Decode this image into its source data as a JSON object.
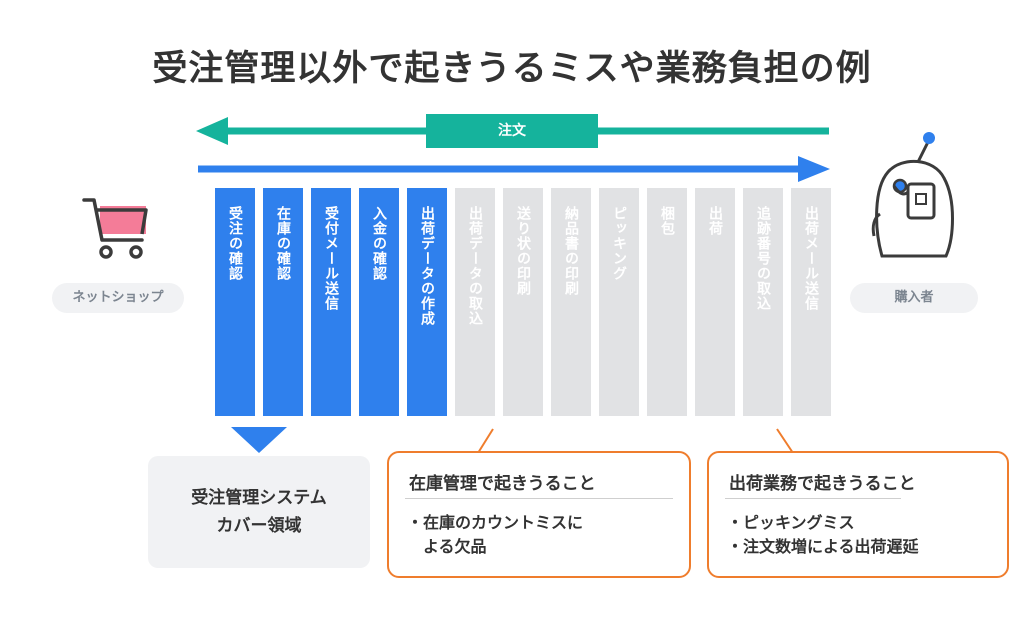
{
  "title": "受注管理以外で起きうるミスや業務負担の例",
  "order_label": "注文",
  "left_actor": {
    "label": "ネットショップ",
    "icon": "shopping-cart-icon"
  },
  "right_actor": {
    "label": "購入者",
    "icon": "robot-user-icon"
  },
  "steps": [
    {
      "label": "受注の確認",
      "covered": true
    },
    {
      "label": "在庫の確認",
      "covered": true
    },
    {
      "label": "受付メール送信",
      "covered": true
    },
    {
      "label": "入金の確認",
      "covered": true
    },
    {
      "label": "出荷データの作成",
      "covered": true
    },
    {
      "label": "出荷データの取込",
      "covered": false
    },
    {
      "label": "送り状の印刷",
      "covered": false
    },
    {
      "label": "納品書の印刷",
      "covered": false
    },
    {
      "label": "ピッキング",
      "covered": false
    },
    {
      "label": "梱包",
      "covered": false
    },
    {
      "label": "出荷",
      "covered": false
    },
    {
      "label": "追跡番号の取込",
      "covered": false
    },
    {
      "label": "出荷メール送信",
      "covered": false
    }
  ],
  "coverage": {
    "line1": "受注管理システム",
    "line2": "カバー領域"
  },
  "inventory": {
    "heading": "在庫管理で起きうること",
    "line1": "・在庫のカウントミスに",
    "line2": "　よる欠品"
  },
  "shipping": {
    "heading": "出荷業務で起きうること",
    "line1": "・ピッキングミス",
    "line2": "・注文数増による出荷遅延"
  },
  "colors": {
    "order_arrow": "#15b39c",
    "flow_arrow": "#2f80ed",
    "covered_step": "#2f80ed",
    "uncovered_step": "#e1e2e4",
    "callout_border": "#ef7d2d",
    "cart_fill": "#f47c98"
  }
}
